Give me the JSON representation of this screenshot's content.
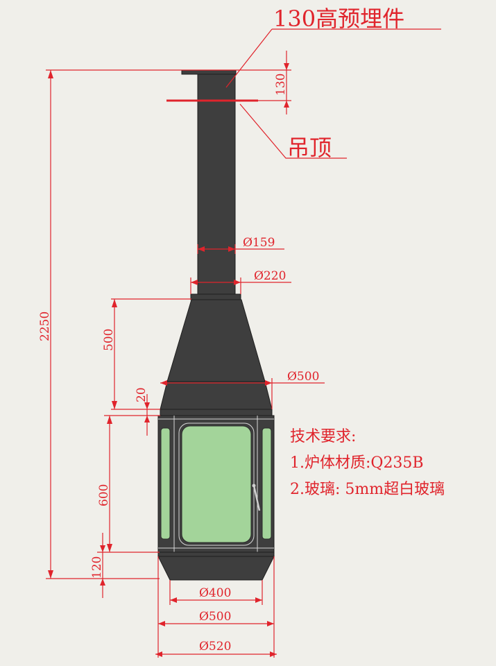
{
  "callouts": {
    "embed": "130高预埋件",
    "ceiling": "吊顶"
  },
  "dimensions": {
    "total_height": "2250",
    "embed_height": "130",
    "flue_diameter": "Ø159",
    "flue_base_diameter": "Ø220",
    "hood_height": "500",
    "hood_diameter": "Ø500",
    "ring_height": "20",
    "body_height": "600",
    "base_height": "120",
    "bottom_diameter": "Ø400",
    "base_diameter": "Ø500",
    "overall_diameter": "Ø520"
  },
  "notes": {
    "title": "技术要求:",
    "items": [
      "1.炉体材质:Q235B",
      "2.玻璃: 5mm超白玻璃"
    ]
  },
  "colors": {
    "annotation": "#e0242c",
    "metal": "#3e3e3e",
    "glass": "#a3d49a",
    "background": "#f0efea"
  }
}
